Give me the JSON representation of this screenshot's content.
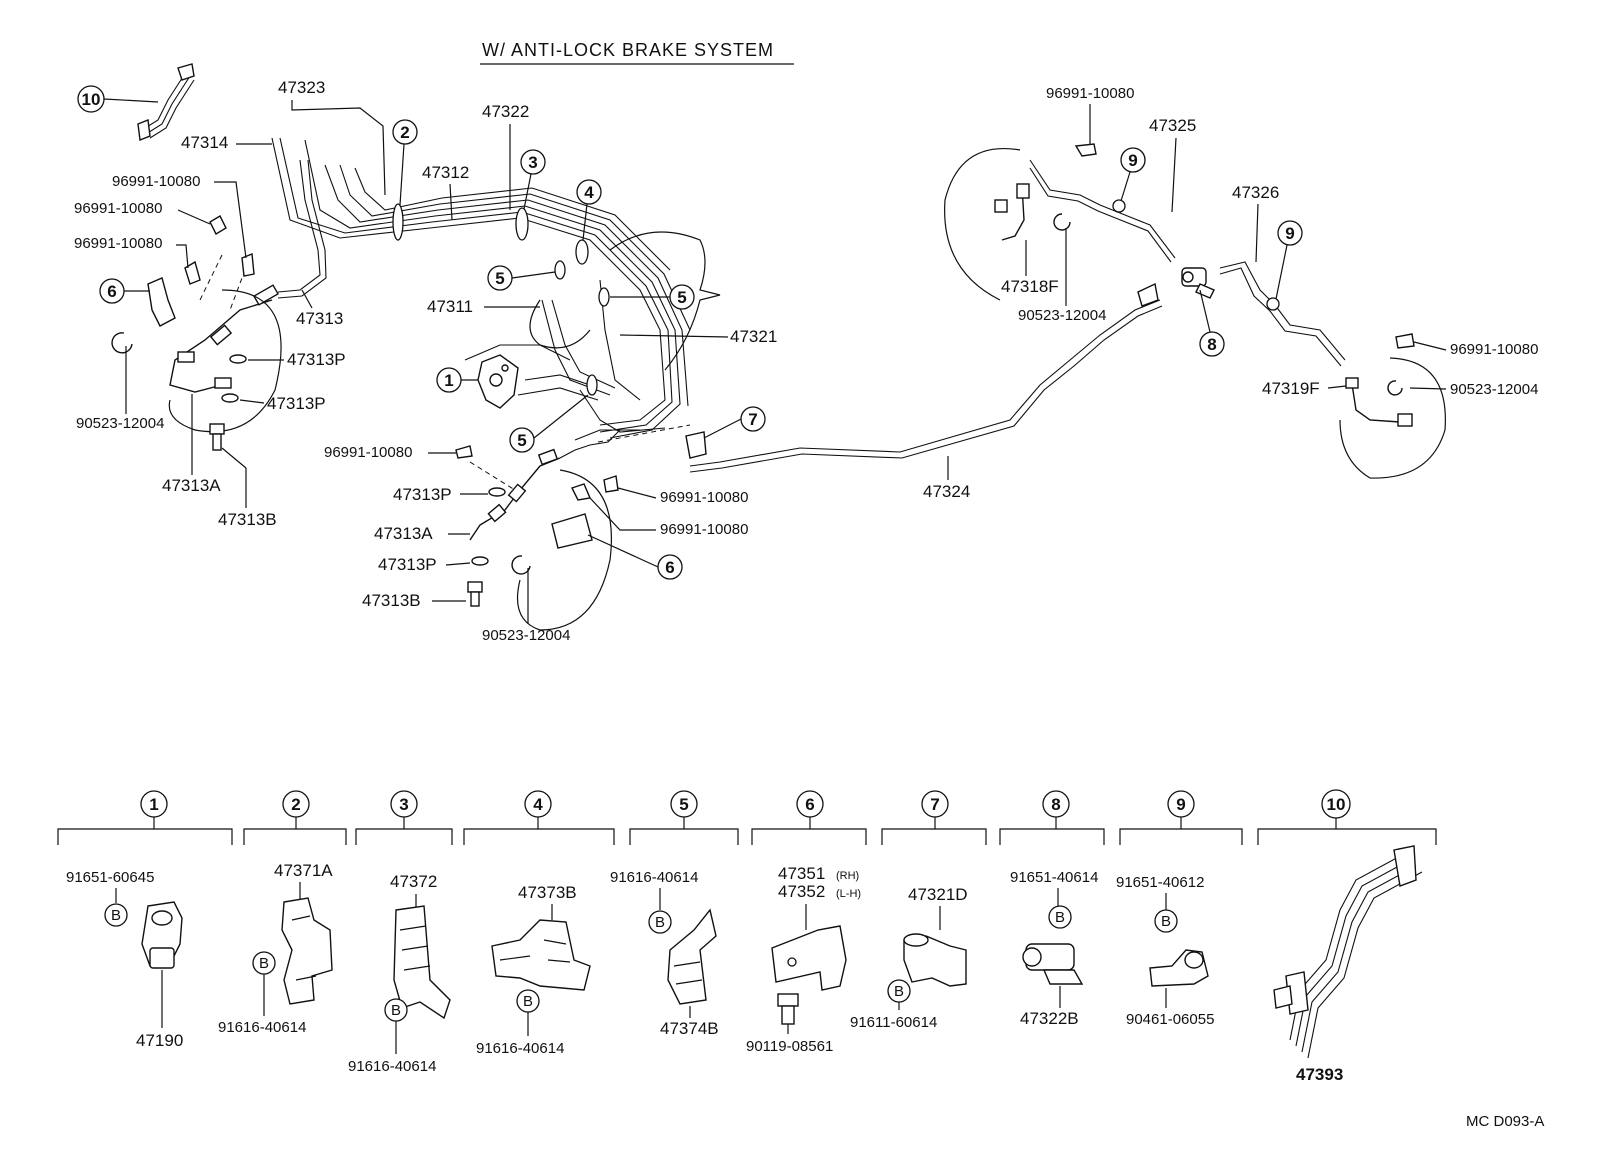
{
  "title": "W/ ANTI-LOCK BRAKE SYSTEM",
  "drawing_code": "MC D093-A",
  "bolt_symbol": "B",
  "top_callouts": {
    "c1": "1",
    "c2": "2",
    "c3": "3",
    "c4": "4",
    "c5": "5",
    "c6": "6",
    "c7": "7",
    "c8": "8",
    "c9": "9",
    "c10": "10"
  },
  "top_labels": {
    "p47323": "47323",
    "p47314": "47314",
    "p47322": "47322",
    "p47312": "47312",
    "clip_1": "96991-10080",
    "clip_2": "96991-10080",
    "clip_3": "96991-10080",
    "p47313": "47313",
    "p47311": "47311",
    "p47321": "47321",
    "p47313P_1": "47313P",
    "p47313P_2": "47313P",
    "ring_1": "90523-12004",
    "p47313A_1": "47313A",
    "p47313B_1": "47313B",
    "clip_4": "96991-10080",
    "p47313P_3": "47313P",
    "p47313A_2": "47313A",
    "p47313P_4": "47313P",
    "p47313B_2": "47313B",
    "ring_2": "90523-12004",
    "clip_5": "96991-10080",
    "clip_6": "96991-10080",
    "p47324": "47324",
    "clip_7": "96991-10080",
    "p47325": "47325",
    "p47318F": "47318F",
    "ring_3": "90523-12004",
    "p47326": "47326",
    "clip_8": "96991-10080",
    "p47319F": "47319F",
    "ring_4": "90523-12004"
  },
  "legend": [
    {
      "callout": "1",
      "parts": [
        "91651-60645",
        "47190"
      ]
    },
    {
      "callout": "2",
      "parts": [
        "47371A",
        "91616-40614"
      ]
    },
    {
      "callout": "3",
      "parts": [
        "47372",
        "91616-40614"
      ]
    },
    {
      "callout": "4",
      "parts": [
        "47373B",
        "91616-40614"
      ]
    },
    {
      "callout": "5",
      "parts": [
        "91616-40614",
        "47374B"
      ]
    },
    {
      "callout": "6",
      "parts": [
        "47351",
        "(RH)",
        "47352",
        "(L-H)",
        "90119-08561"
      ]
    },
    {
      "callout": "7",
      "parts": [
        "47321D",
        "91611-60614"
      ]
    },
    {
      "callout": "8",
      "parts": [
        "91651-40614",
        "47322B"
      ]
    },
    {
      "callout": "9",
      "parts": [
        "91651-40612",
        "90461-06055"
      ]
    },
    {
      "callout": "10",
      "parts": [
        "47393"
      ]
    }
  ]
}
